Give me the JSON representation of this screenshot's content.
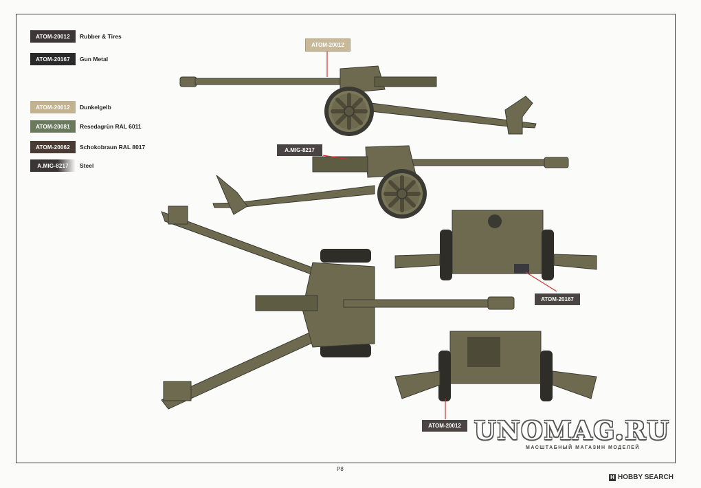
{
  "legend": [
    {
      "code": "ATOM-20012",
      "label": "Rubber & Tires",
      "swatch": "#3d3836"
    },
    {
      "code": "ATOM-20167",
      "label": "Gun Metal",
      "swatch": "#2b2a2b"
    },
    {
      "code": "ATOM-20012",
      "label": "Dunkelgelb",
      "swatch": "#c2b28f"
    },
    {
      "code": "ATOM-20081",
      "label": "Resedagrün RAL 6011",
      "swatch": "#6b7a5c"
    },
    {
      "code": "ATOM-20062",
      "label": "Schokobraun RAL 8017",
      "swatch": "#4a3c35"
    },
    {
      "code": "A.MIG-8217",
      "label": "Steel",
      "swatch": "#3a3637"
    }
  ],
  "callouts": {
    "side_top": "ATOM-20012",
    "side_mid": "A.MIG-8217",
    "front": "ATOM-20167",
    "rear": "ATOM-20012"
  },
  "page_number": "P8",
  "watermark": {
    "main": "UNOMAG.RU",
    "sub": "МАСШТАБНЫЙ МАГАЗИН МОДЕЛЕЙ"
  },
  "credit": {
    "icon": "H",
    "text": "HOBBY SEARCH"
  },
  "colors": {
    "olive": "#6d6a4f",
    "olive_dark": "#4d4b37",
    "frame": "#3c3c3c"
  }
}
